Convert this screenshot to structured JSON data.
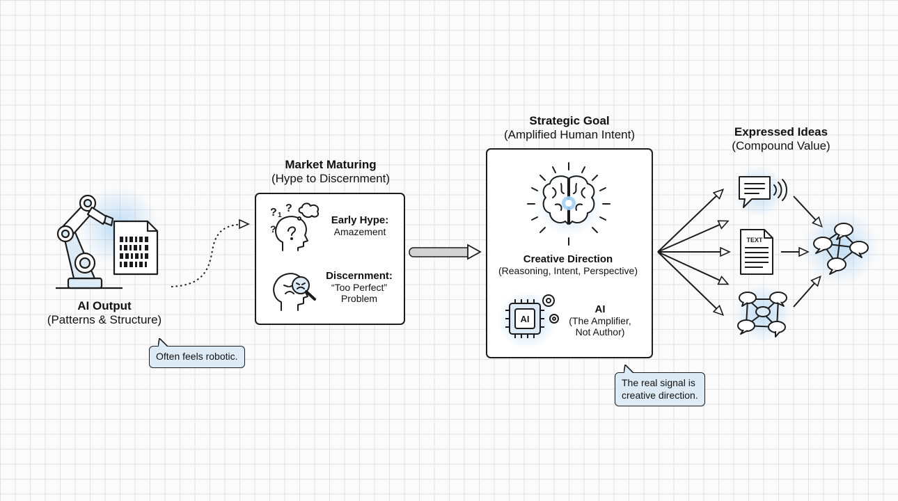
{
  "ai_output": {
    "title": "AI Output",
    "subtitle": "(Patterns & Structure)",
    "note": "Often feels robotic."
  },
  "market": {
    "title": "Market Maturing",
    "subtitle": "(Hype to Discernment)",
    "early_title": "Early Hype:",
    "early_sub": "Amazement",
    "disc_title": "Discernment:",
    "disc_sub1": "“Too Perfect”",
    "disc_sub2": "Problem"
  },
  "strategic": {
    "title": "Strategic Goal",
    "subtitle": "(Amplified Human Intent)",
    "creative_title": "Creative Direction",
    "creative_sub": "(Reasoning, Intent, Perspective)",
    "ai_title": "AI",
    "ai_sub1": "(The Amplifier,",
    "ai_sub2": "Not Author)",
    "chip_label": "AI",
    "note1": "The real signal is",
    "note2": "creative direction."
  },
  "expressed": {
    "title": "Expressed Ideas",
    "subtitle": "(Compound Value)",
    "doc_label": "TEXT"
  },
  "colors": {
    "accent": "#dcebf6",
    "glow": "#8cc3f0",
    "stroke": "#1b1b1b"
  }
}
